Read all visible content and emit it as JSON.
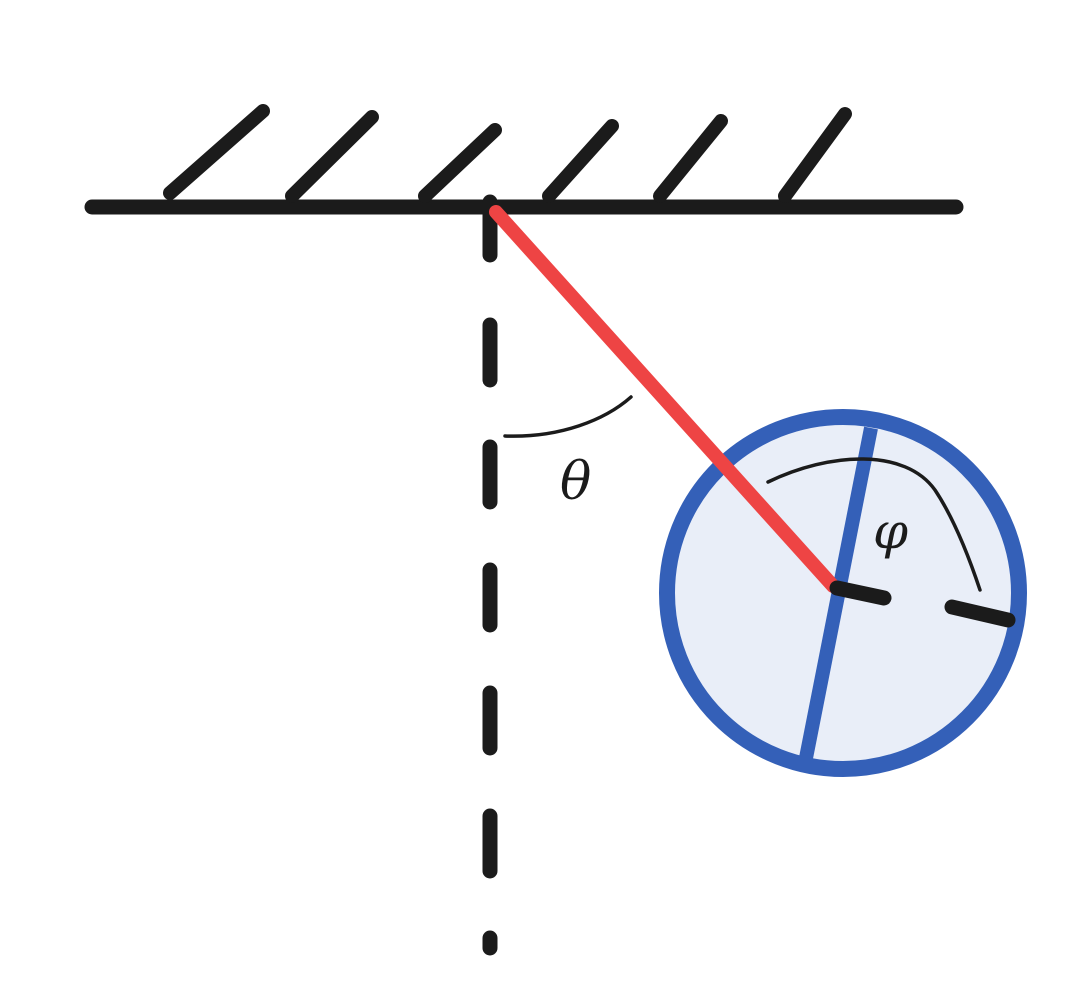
{
  "labels": {
    "theta": "θ",
    "phi": "φ"
  },
  "colors": {
    "ink": "#1b1b1b",
    "rod": "#ee4444",
    "disk_edge": "#3460b8",
    "disk_fill": "#e9eef8",
    "background": "#ffffff"
  },
  "elements": {
    "ceiling": "hatched-ceiling",
    "vertical_reference": "dashed-vertical-line",
    "rod": "pendulum-rod",
    "disk": "rotating-disk",
    "angle_theta": "arc-between-vertical-and-rod",
    "angle_phi": "arc-disk-rotation"
  }
}
